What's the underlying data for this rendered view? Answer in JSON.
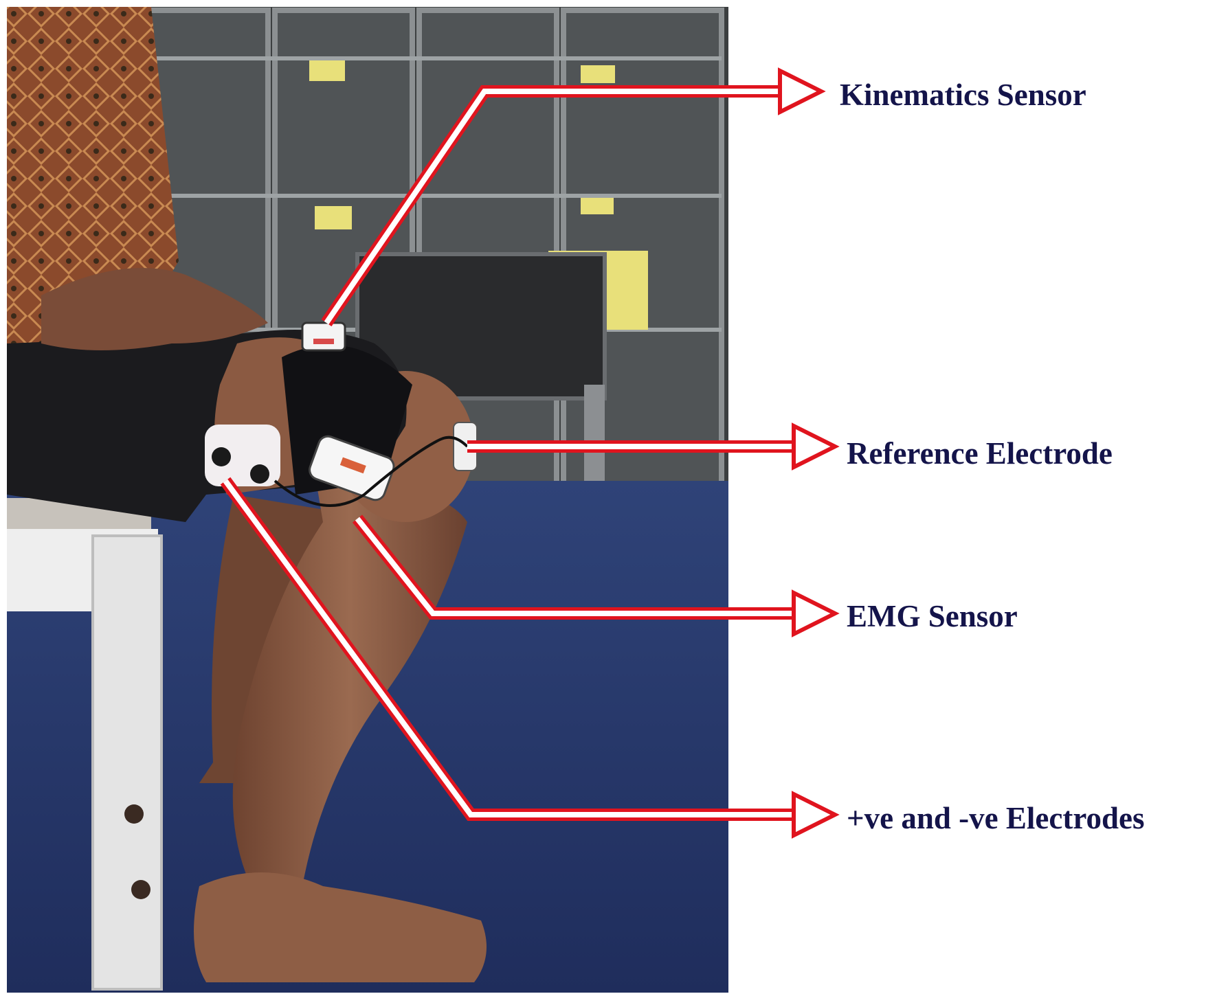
{
  "labels": {
    "kinematics": "Kinematics Sensor",
    "reference": "Reference Electrode",
    "emg": "EMG Sensor",
    "electrodes": "+ve and -ve Electrodes"
  },
  "colors": {
    "arrow_outline": "#e0141e",
    "arrow_fill": "#ffffff",
    "label_text": "#14144a",
    "carpet": "#27386b",
    "skin": "#8a5a43",
    "shorts": "#1b1b1e"
  }
}
